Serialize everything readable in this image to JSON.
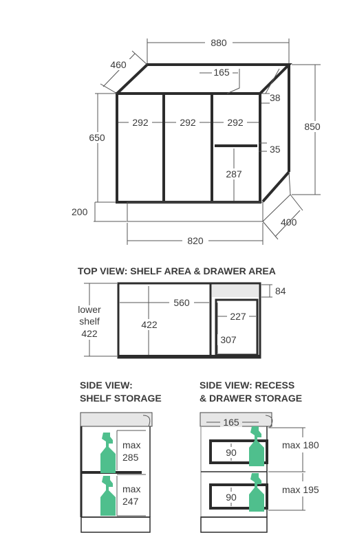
{
  "cabinet": {
    "width_top": "880",
    "depth_top": "460",
    "recess_width": "165",
    "panel_thickness": "38",
    "door_width_1": "292",
    "door_width_2": "292",
    "door_width_3": "292",
    "carcass_height": "650",
    "overall_height": "850",
    "shelf_gap": "35",
    "drawer_height": "287",
    "kick_height": "200",
    "kick_depth": "400",
    "kick_width": "820"
  },
  "top_view": {
    "title": "TOP VIEW: SHELF AREA & DRAWER AREA",
    "shelf_label_line1": "lower",
    "shelf_label_line2": "shelf",
    "shelf_label_line3": "422",
    "shelf_width": "560",
    "shelf_depth": "422",
    "recess_depth": "84",
    "drawer_width": "227",
    "drawer_depth": "307"
  },
  "side_view_shelf": {
    "title_line1": "SIDE VIEW:",
    "title_line2": "SHELF STORAGE",
    "upper_label": "max",
    "upper_value": "285",
    "lower_label": "max",
    "lower_value": "247"
  },
  "side_view_recess": {
    "title_line1": "SIDE VIEW: RECESS",
    "title_line2": "& DRAWER STORAGE",
    "recess": "165",
    "upper_drawer": "90",
    "lower_drawer": "90",
    "upper_max": "max 180",
    "lower_max": "max 195"
  },
  "colors": {
    "bottle": "#4fbf8d",
    "line": "#333333",
    "text": "#3a3a3a"
  }
}
